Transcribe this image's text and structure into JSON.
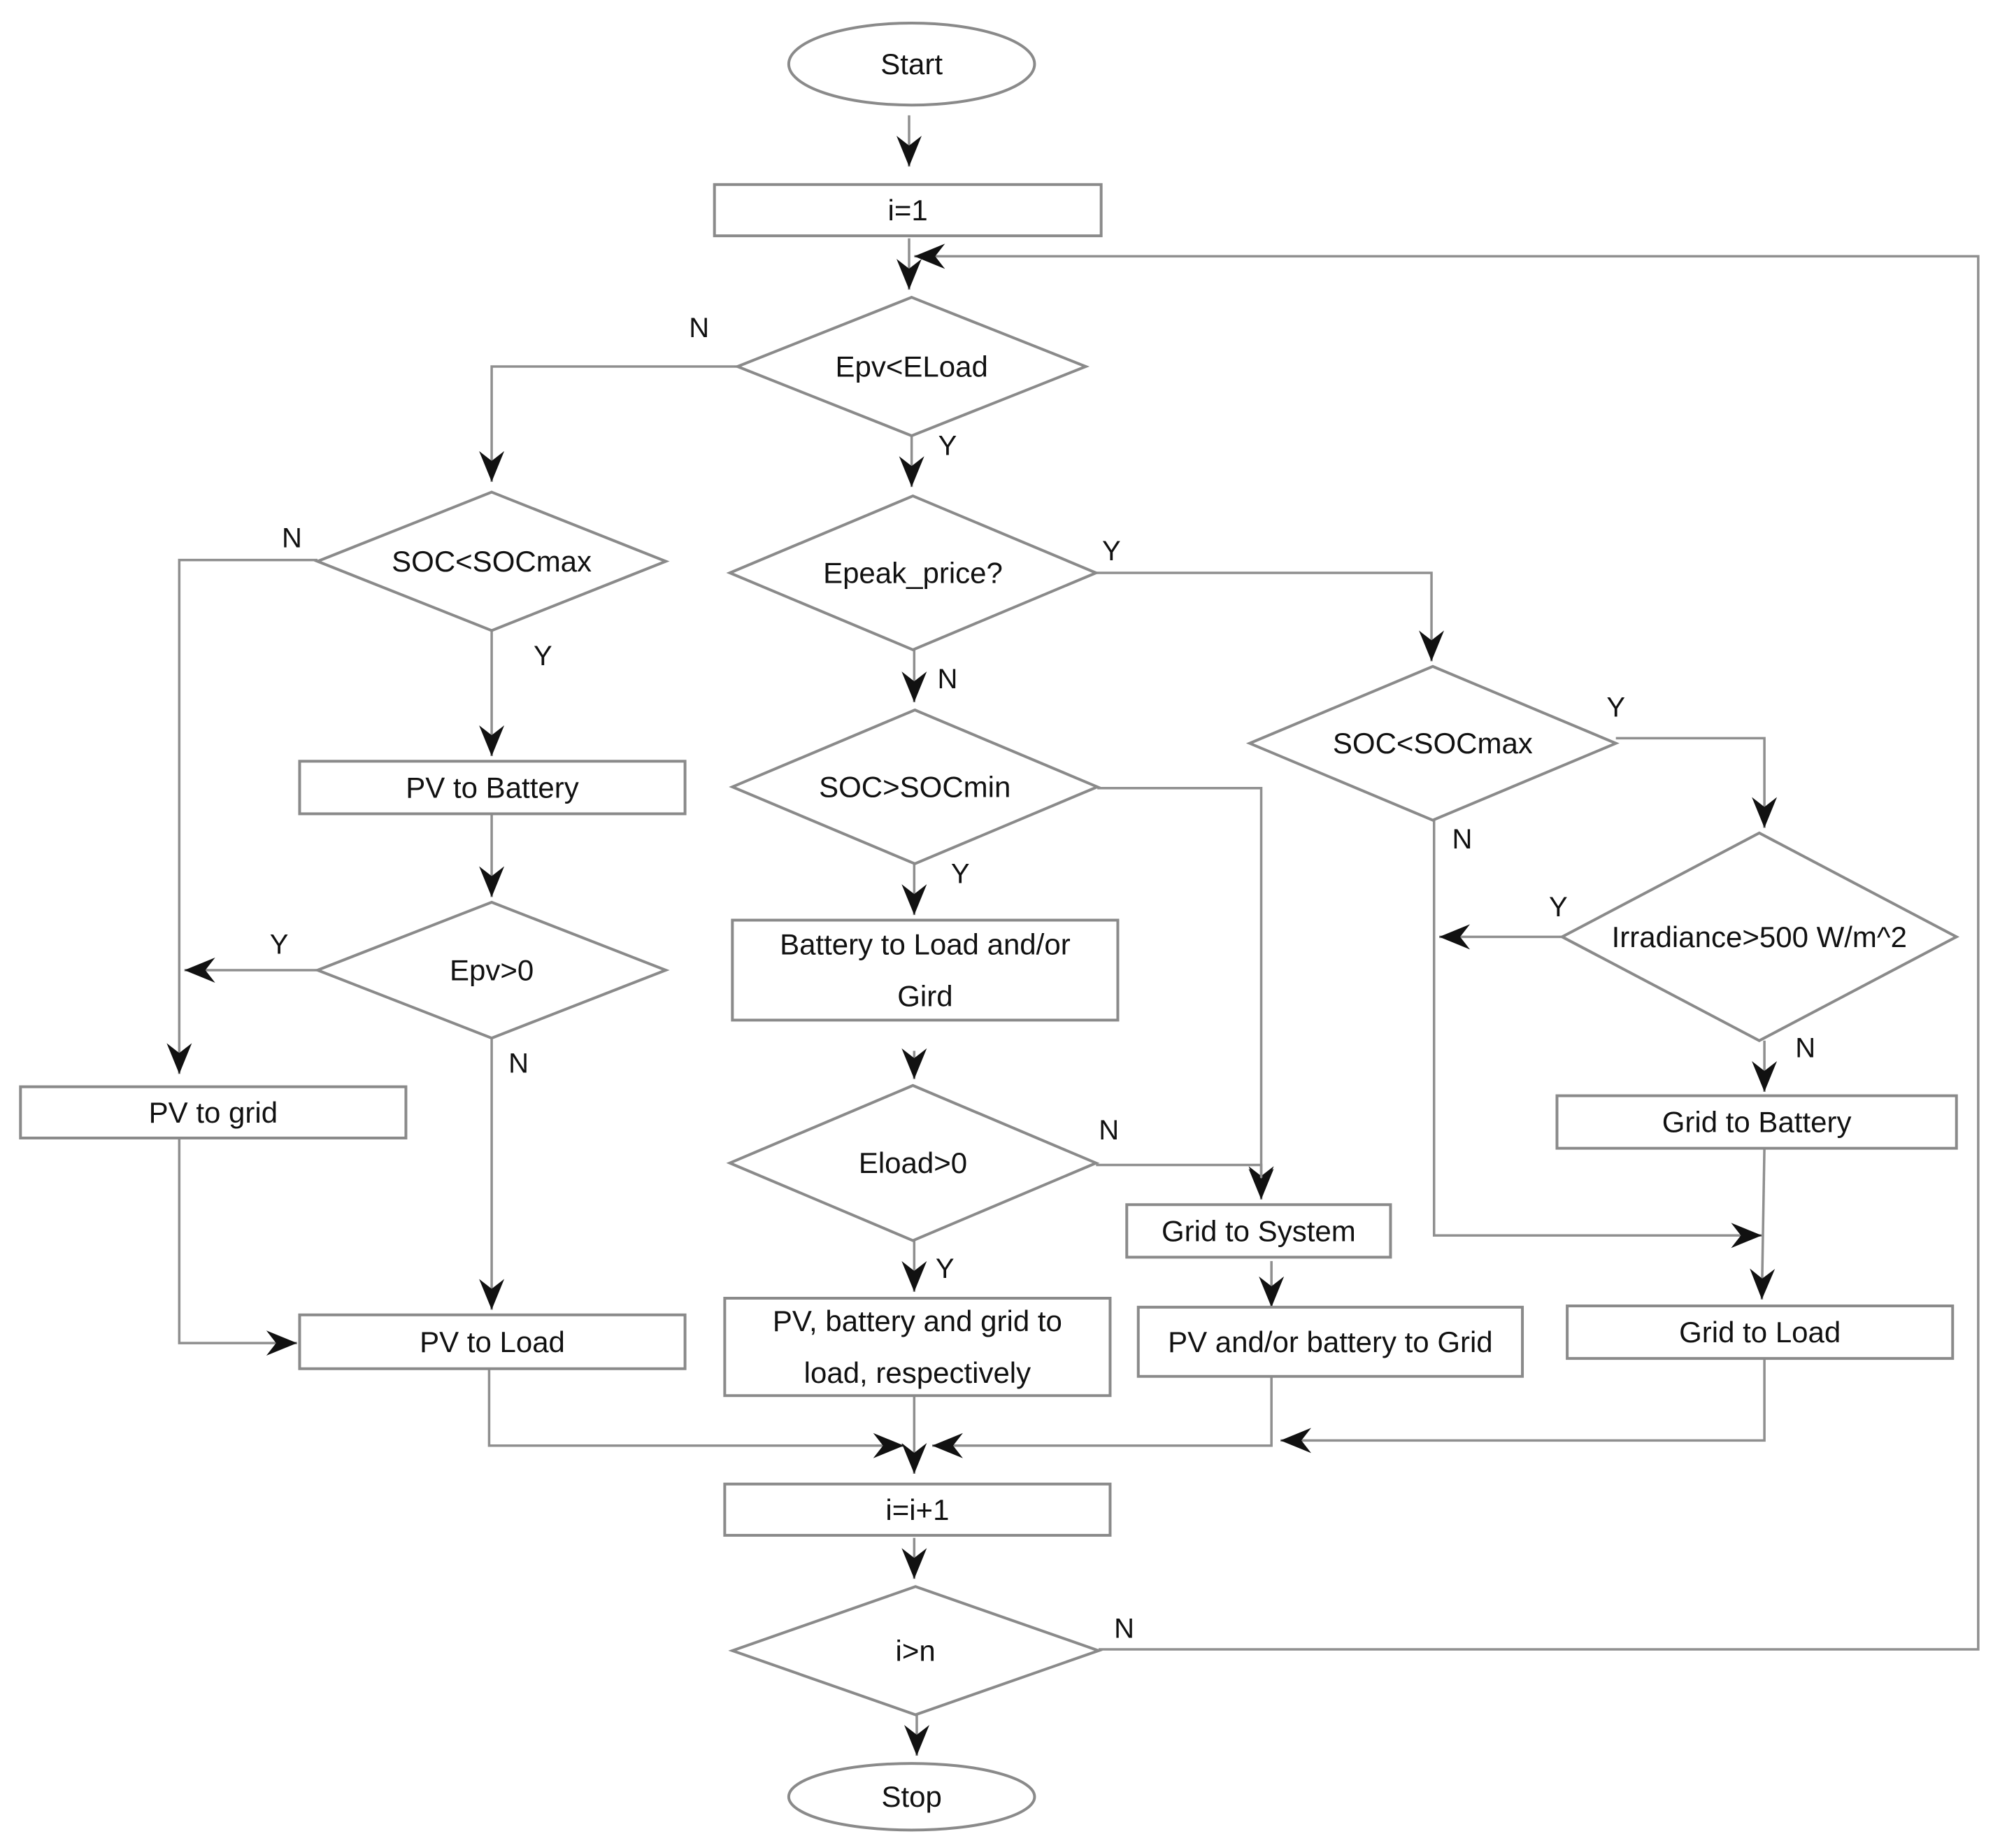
{
  "colors": {
    "stroke": "#8a8a8a",
    "edge": "#8f8f8f",
    "arrowhead": "#111111",
    "text": "#111111",
    "background": "#ffffff"
  },
  "nodes": {
    "start": {
      "shape": "ellipse",
      "lines": [
        "Start"
      ]
    },
    "init": {
      "shape": "rect",
      "lines": [
        "i=1"
      ]
    },
    "epv_lt_eload": {
      "shape": "diamond",
      "lines": [
        "Epv<ELoad"
      ]
    },
    "soc_lt_max_a": {
      "shape": "diamond",
      "lines": [
        "SOC<SOCmax"
      ]
    },
    "pv_to_battery": {
      "shape": "rect",
      "lines": [
        "PV to Battery"
      ]
    },
    "epv_gt_0": {
      "shape": "diamond",
      "lines": [
        "Epv>0"
      ]
    },
    "pv_to_grid": {
      "shape": "rect",
      "lines": [
        "PV to grid"
      ]
    },
    "pv_to_load": {
      "shape": "rect",
      "lines": [
        "PV to Load"
      ]
    },
    "epeak_price": {
      "shape": "diamond",
      "lines": [
        "Epeak_price?"
      ]
    },
    "soc_gt_min": {
      "shape": "diamond",
      "lines": [
        "SOC>SOCmin"
      ]
    },
    "battery_to_load": {
      "shape": "rect",
      "lines": [
        "Battery to Load and/or",
        "Gird"
      ]
    },
    "eload_gt_0": {
      "shape": "diamond",
      "lines": [
        "Eload>0"
      ]
    },
    "pv_batt_grid_load": {
      "shape": "rect",
      "lines": [
        "PV, battery and grid to",
        "load, respectively"
      ]
    },
    "grid_to_system": {
      "shape": "rect",
      "lines": [
        "Grid to System"
      ]
    },
    "pv_batt_to_grid": {
      "shape": "rect",
      "lines": [
        "PV and/or battery to Grid"
      ]
    },
    "soc_lt_max_b": {
      "shape": "diamond",
      "lines": [
        "SOC<SOCmax"
      ]
    },
    "irradiance": {
      "shape": "diamond",
      "lines": [
        "Irradiance>500 W/m^2"
      ]
    },
    "grid_to_battery": {
      "shape": "rect",
      "lines": [
        "Grid to Battery"
      ]
    },
    "grid_to_load": {
      "shape": "rect",
      "lines": [
        "Grid to Load"
      ]
    },
    "increment": {
      "shape": "rect",
      "lines": [
        "i=i+1"
      ]
    },
    "i_gt_n": {
      "shape": "diamond",
      "lines": [
        "i>n"
      ]
    },
    "stop": {
      "shape": "ellipse",
      "lines": [
        "Stop"
      ]
    }
  },
  "edges": [
    {
      "from": "start",
      "to": "init",
      "label": ""
    },
    {
      "from": "init",
      "to": "epv_lt_eload",
      "label": ""
    },
    {
      "from": "epv_lt_eload",
      "to": "soc_lt_max_a",
      "label": "N"
    },
    {
      "from": "epv_lt_eload",
      "to": "epeak_price",
      "label": "Y"
    },
    {
      "from": "soc_lt_max_a",
      "to": "pv_to_battery",
      "label": "Y"
    },
    {
      "from": "soc_lt_max_a",
      "to": "pv_to_grid",
      "label": "N"
    },
    {
      "from": "pv_to_battery",
      "to": "epv_gt_0",
      "label": ""
    },
    {
      "from": "epv_gt_0",
      "to": "pv_to_grid",
      "label": "Y"
    },
    {
      "from": "epv_gt_0",
      "to": "pv_to_load",
      "label": "N"
    },
    {
      "from": "pv_to_grid",
      "to": "pv_to_load",
      "label": ""
    },
    {
      "from": "epeak_price",
      "to": "soc_gt_min",
      "label": "N"
    },
    {
      "from": "epeak_price",
      "to": "soc_lt_max_b",
      "label": "Y"
    },
    {
      "from": "soc_gt_min",
      "to": "battery_to_load",
      "label": "Y"
    },
    {
      "from": "soc_gt_min",
      "to": "grid_to_system",
      "label": ""
    },
    {
      "from": "battery_to_load",
      "to": "eload_gt_0",
      "label": ""
    },
    {
      "from": "eload_gt_0",
      "to": "pv_batt_grid_load",
      "label": "Y"
    },
    {
      "from": "eload_gt_0",
      "to": "grid_to_system",
      "label": "N"
    },
    {
      "from": "grid_to_system",
      "to": "pv_batt_to_grid",
      "label": ""
    },
    {
      "from": "soc_lt_max_b",
      "to": "irradiance",
      "label": "Y"
    },
    {
      "from": "soc_lt_max_b",
      "to": "grid_to_load",
      "label": "N"
    },
    {
      "from": "irradiance",
      "to": "soc_lt_max_b",
      "label": "Y"
    },
    {
      "from": "irradiance",
      "to": "grid_to_battery",
      "label": "N"
    },
    {
      "from": "grid_to_battery",
      "to": "grid_to_load",
      "label": ""
    },
    {
      "from": "pv_to_load",
      "to": "increment",
      "label": ""
    },
    {
      "from": "pv_batt_grid_load",
      "to": "increment",
      "label": ""
    },
    {
      "from": "pv_batt_to_grid",
      "to": "increment",
      "label": ""
    },
    {
      "from": "grid_to_load",
      "to": "increment",
      "label": ""
    },
    {
      "from": "increment",
      "to": "i_gt_n",
      "label": ""
    },
    {
      "from": "i_gt_n",
      "to": "stop",
      "label": ""
    },
    {
      "from": "i_gt_n",
      "to": "epv_lt_eload",
      "label": "N"
    }
  ]
}
